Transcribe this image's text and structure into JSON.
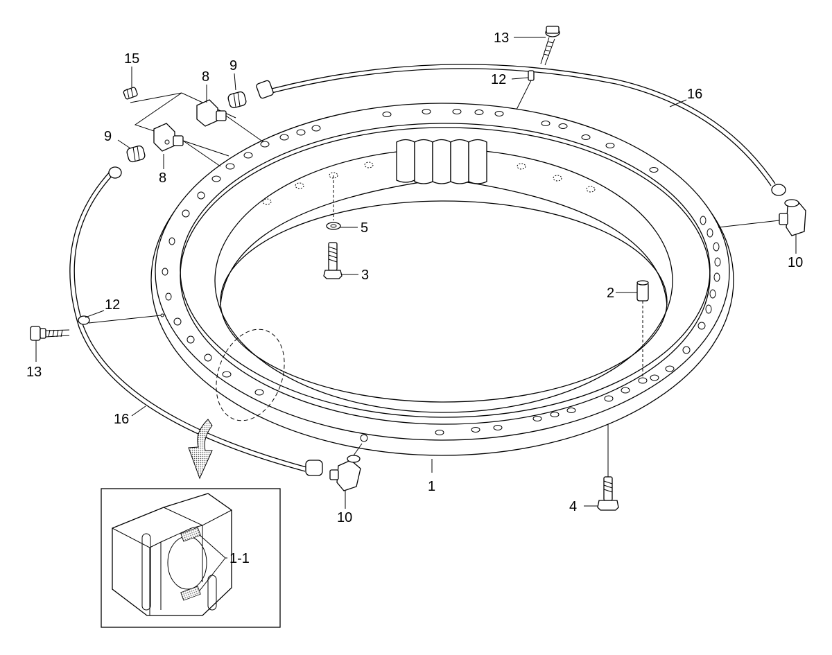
{
  "callouts": {
    "c1": "1",
    "c1_1": "1-1",
    "c2": "2",
    "c3": "3",
    "c4": "4",
    "c5": "5",
    "c8_top": "8",
    "c8_bottom": "8",
    "c9_top": "9",
    "c9_left": "9",
    "c10_right": "10",
    "c10_bottom": "10",
    "c12_top": "12",
    "c12_left": "12",
    "c13_top": "13",
    "c13_left": "13",
    "c15": "15",
    "c16_right": "16",
    "c16_left": "16"
  },
  "colors": {
    "line": "#000000",
    "background": "#ffffff",
    "hatch": "#666666"
  }
}
